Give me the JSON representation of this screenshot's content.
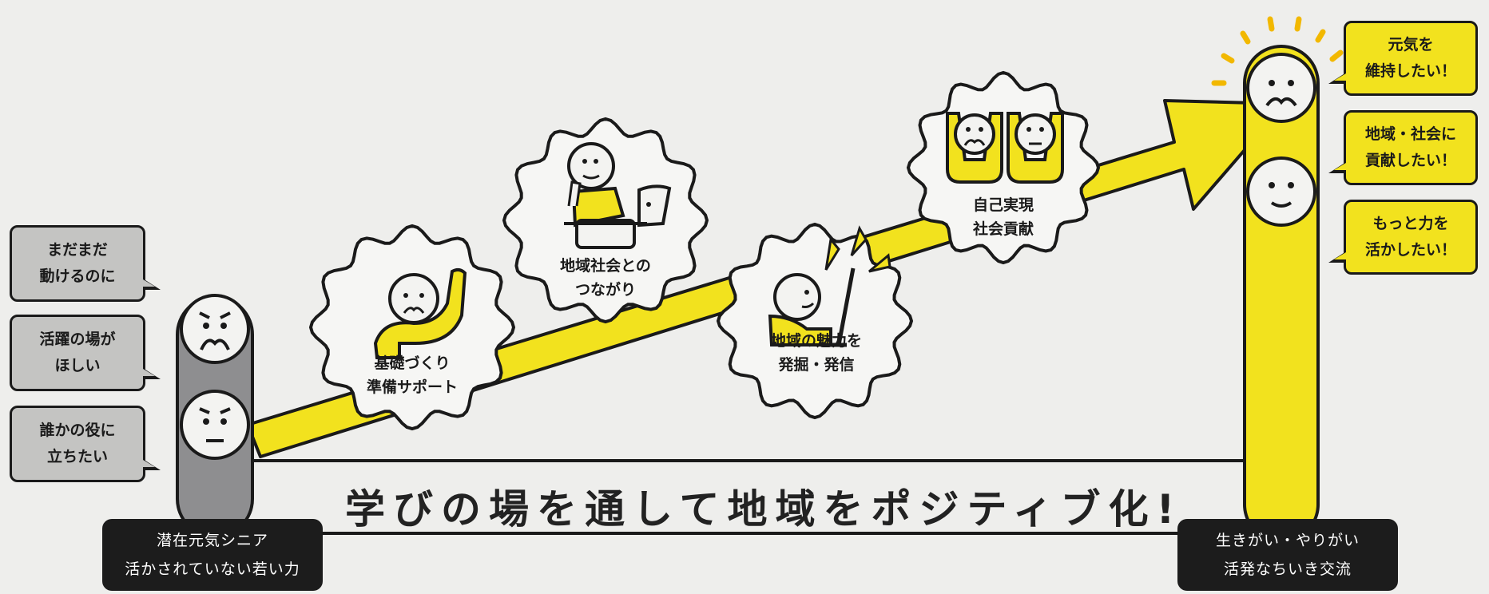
{
  "left_bubbles": [
    {
      "text": "まだまだ\n動けるのに"
    },
    {
      "text": "活躍の場が\nほしい"
    },
    {
      "text": "誰かの役に\n立ちたい"
    }
  ],
  "right_bubbles": [
    {
      "text": "元気を\n維持したい！"
    },
    {
      "text": "地域・社会に\n貢献したい！"
    },
    {
      "text": "もっと力を\n活かしたい！"
    }
  ],
  "steps": [
    {
      "line1": "基礎づくり",
      "line2": "準備サポート"
    },
    {
      "line1": "地域社会との",
      "line2": "つながり"
    },
    {
      "line1": "地域の魅力を",
      "line2": "発掘・発信"
    },
    {
      "line1": "自己実現",
      "line2": "社会貢献"
    }
  ],
  "left_label": {
    "line1": "潜在元気シニア",
    "line2": "活かされていない若い力"
  },
  "right_label": {
    "line1": "生きがい・やりがい",
    "line2": "活発なちいき交流"
  },
  "slogan": "学びの場を通して地域をポジティブ化!",
  "colors": {
    "yellow": "#f2e21e",
    "grey": "#c4c4c2",
    "dark": "#1c1c1c",
    "background": "#eeeeec"
  }
}
